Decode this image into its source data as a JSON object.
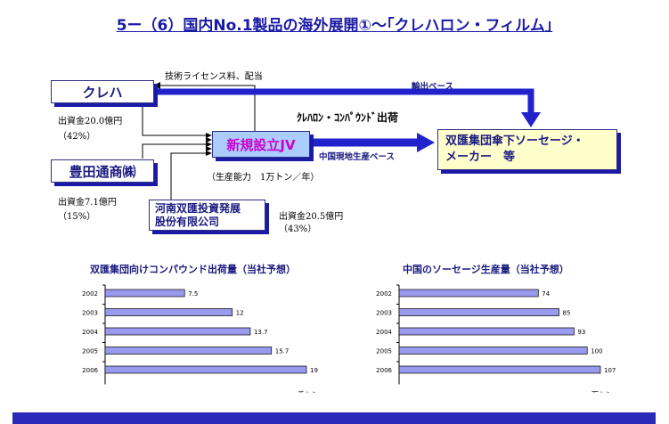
{
  "title": "5ー（6）国内No.1製品の海外展開①～｢クレハロン・フィルム｣",
  "diagram": {
    "kureha": {
      "name": "クレハ",
      "investment": "出資金20.0億円",
      "share": "（42%）"
    },
    "toyota": {
      "name": "豊田通商㈱",
      "investment": "出資金7.1億円",
      "share": "（15%）"
    },
    "henan": {
      "name_line1": "河南双匯投資発展",
      "name_line2": "股份有限公司",
      "investment": "出資金20.5億円",
      "share": "（43%）"
    },
    "jv": {
      "name": "新規設立JV",
      "capacity": "（生産能力　1万トン／年）"
    },
    "customer": {
      "line1": "双匯集団傘下ソーセージ・",
      "line2": "メーカー　等"
    },
    "labels": {
      "license": "技術ライセンス料、配当",
      "export_base": "輸出ベース",
      "compound_shipment": "ｸﾚﾊﾛﾝ・ｺﾝﾊﾟｳﾝﾄﾞ出荷",
      "china_local_base": "中国現地生産ベース"
    }
  },
  "chart_data": [
    {
      "type": "bar",
      "title": "双匯集団向けコンパウンド出荷量（当社予想）",
      "categories": [
        "2002",
        "2003",
        "2004",
        "2005",
        "2006"
      ],
      "values": [
        7.5,
        12,
        13.7,
        15.7,
        19
      ],
      "value_labels": [
        "7.5",
        "12",
        "13.7",
        "15.7",
        "19"
      ],
      "unit": "千トン",
      "xlim": [
        0,
        19
      ],
      "bar_color": "#9999ee"
    },
    {
      "type": "bar",
      "title": "中国のソーセージ生産量（当社予想）",
      "categories": [
        "2002",
        "2003",
        "2004",
        "2005",
        "2006"
      ],
      "values": [
        74,
        85,
        93,
        100,
        107
      ],
      "value_labels": [
        "74",
        "85",
        "93",
        "100",
        "107"
      ],
      "unit": "万トン",
      "xlim": [
        0,
        107
      ],
      "bar_color": "#9999ee"
    }
  ],
  "colors": {
    "title": "#1a1aa6",
    "arrow": "#2222cc",
    "jv_text": "#cc00cc",
    "jv_fill": "#aaccff",
    "customer_fill": "#ffffcc",
    "bar_fill": "#9999ee"
  }
}
